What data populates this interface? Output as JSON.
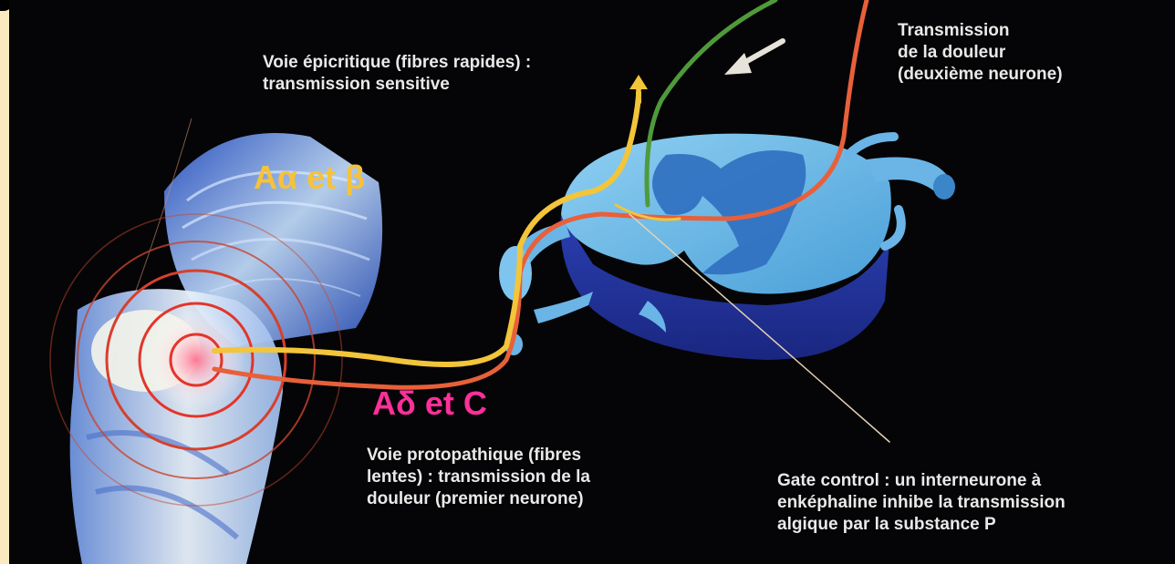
{
  "labels": {
    "epicritique": "Voie épicritique (fibres rapides) :\ntransmission sensitive",
    "transmission": "Transmission\nde la douleur\n(deuxième neurone)",
    "protopathique": "Voie protopathique (fibres\nlentes) : transmission de la\ndouleur (premier neurone)",
    "gate_control": "Gate control : un interneurone à\nenképhaline inhibe la transmission\nalgique par la substance P",
    "fibres_rapides": "Aα et β",
    "fibres_lentes": "Aδ et C"
  },
  "colors": {
    "background_frame": "#fbeac0",
    "photo_background": "#050507",
    "label_text": "#e9e9e9",
    "fibres_rapides_text": "#f6c23a",
    "fibres_lentes_text": "#ff2f9a",
    "fibre_yellow": "#f2c53a",
    "fibre_orange": "#e8603a",
    "fibre_green": "#4f9a3a",
    "spinal_cord": "#6ab4e6"
  }
}
